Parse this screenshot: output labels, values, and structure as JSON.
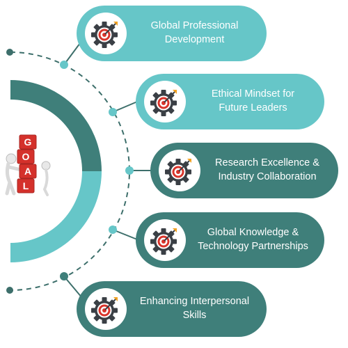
{
  "colors": {
    "light_teal": "#66c6c8",
    "dark_teal": "#3f7f7a",
    "gear": "#3a3f45",
    "target_red": "#d9342b",
    "connector": "#3d6f6b",
    "goal_block": "#d4312b"
  },
  "goal_blocks": [
    "G",
    "O",
    "A",
    "L"
  ],
  "items": [
    {
      "icon": "gear-target-icon",
      "label": "Global Professional\nDevelopment"
    },
    {
      "icon": "gear-target-icon",
      "label": "Ethical Mindset for\nFuture Leaders"
    },
    {
      "icon": "gear-target-icon",
      "label": "Research Excellence &\nIndustry Collaboration"
    },
    {
      "icon": "gear-target-icon",
      "label": "Global Knowledge &\nTechnology Partnerships"
    },
    {
      "icon": "gear-target-icon",
      "label": "Enhancing Interpersonal\nSkills"
    }
  ]
}
